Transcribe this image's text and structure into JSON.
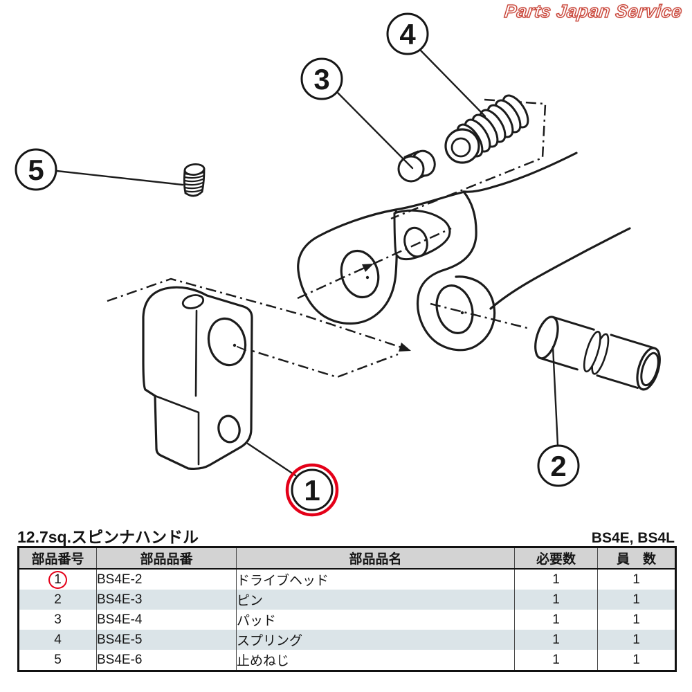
{
  "logo": {
    "text": "Parts Japan Service"
  },
  "page": {
    "title": "12.7sq.スピンナハンドル",
    "models": "BS4E, BS4L"
  },
  "diagram": {
    "callouts": [
      {
        "number": "1",
        "part": "drive-head",
        "highlighted": true
      },
      {
        "number": "2",
        "part": "pin",
        "highlighted": false
      },
      {
        "number": "3",
        "part": "pad",
        "highlighted": false
      },
      {
        "number": "4",
        "part": "spring",
        "highlighted": false
      },
      {
        "number": "5",
        "part": "set-screw",
        "highlighted": false
      }
    ]
  },
  "table": {
    "headers": [
      "部品番号",
      "部品品番",
      "部品品名",
      "必要数",
      "員　数"
    ],
    "rows": [
      {
        "no": "1",
        "part_no": "BS4E-2",
        "name": "ドライブヘッド",
        "qty": "1",
        "members": "1",
        "circled": true
      },
      {
        "no": "2",
        "part_no": "BS4E-3",
        "name": "ピン",
        "qty": "1",
        "members": "1",
        "circled": false
      },
      {
        "no": "3",
        "part_no": "BS4E-4",
        "name": "パッド",
        "qty": "1",
        "members": "1",
        "circled": false
      },
      {
        "no": "4",
        "part_no": "BS4E-5",
        "name": "スプリング",
        "qty": "1",
        "members": "1",
        "circled": false
      },
      {
        "no": "5",
        "part_no": "BS4E-6",
        "name": "止めねじ",
        "qty": "1",
        "members": "1",
        "circled": false
      }
    ]
  },
  "colors": {
    "accent_red": "#e40018",
    "logo_red": "#c9463a",
    "stripe": "#dbe4e8",
    "header_bg": "#d3d3d3",
    "line": "#1c1c1c"
  }
}
